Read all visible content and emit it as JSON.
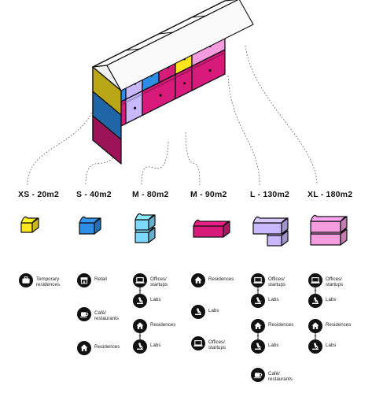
{
  "colors": {
    "xs": "#FFE61E",
    "s": "#2D8CE6",
    "m80": "#7FD9FF",
    "m90": "#D81B7A",
    "l": "#C9B8FF",
    "xl": "#F59BE0",
    "outline": "#111111",
    "connector": "#555555"
  },
  "modules": [
    {
      "id": "xs",
      "label": "XS - 20m2",
      "color_key": "xs",
      "uses": [
        {
          "icon": "suitcase-icon",
          "label": "Temporary\nresidences"
        }
      ]
    },
    {
      "id": "s",
      "label": "S - 40m2",
      "color_key": "s",
      "uses": [
        {
          "icon": "shop-icon",
          "label": "Retail"
        },
        {
          "icon": "coffee-icon",
          "label": "Café/\nrestaurants"
        },
        {
          "icon": "house-icon",
          "label": "Residences"
        }
      ]
    },
    {
      "id": "m80",
      "label": "M - 80m2",
      "color_key": "m80",
      "uses": [
        {
          "icon": "laptop-icon",
          "label": "Offices/\nstartups"
        },
        {
          "icon": "microscope-icon",
          "label": "Labs"
        },
        {
          "icon": "house-icon",
          "label": "Residences"
        },
        {
          "icon": "microscope-icon",
          "label": "Labs"
        }
      ]
    },
    {
      "id": "m90",
      "label": "M - 90m2",
      "color_key": "m90",
      "uses": [
        {
          "icon": "house-icon",
          "label": "Residences"
        },
        {
          "icon": "microscope-icon",
          "label": "Labs"
        },
        {
          "icon": "laptop-icon",
          "label": "Offices/\nstartups"
        }
      ]
    },
    {
      "id": "l",
      "label": "L - 130m2",
      "color_key": "l",
      "uses": [
        {
          "icon": "laptop-icon",
          "label": "Offices/\nstartups"
        },
        {
          "icon": "microscope-icon",
          "label": "Labs"
        },
        {
          "icon": "house-icon",
          "label": "Residences"
        },
        {
          "icon": "microscope-icon",
          "label": "Labs"
        },
        {
          "icon": "coffee-icon",
          "label": "Café/\nrestaurants"
        }
      ]
    },
    {
      "id": "xl",
      "label": "XL - 180m2",
      "color_key": "xl",
      "uses": [
        {
          "icon": "laptop-icon",
          "label": "Offices/\nstartups"
        },
        {
          "icon": "microscope-icon",
          "label": "Labs"
        },
        {
          "icon": "house-icon",
          "label": "Residences"
        },
        {
          "icon": "microscope-icon",
          "label": "Labs"
        }
      ]
    }
  ]
}
